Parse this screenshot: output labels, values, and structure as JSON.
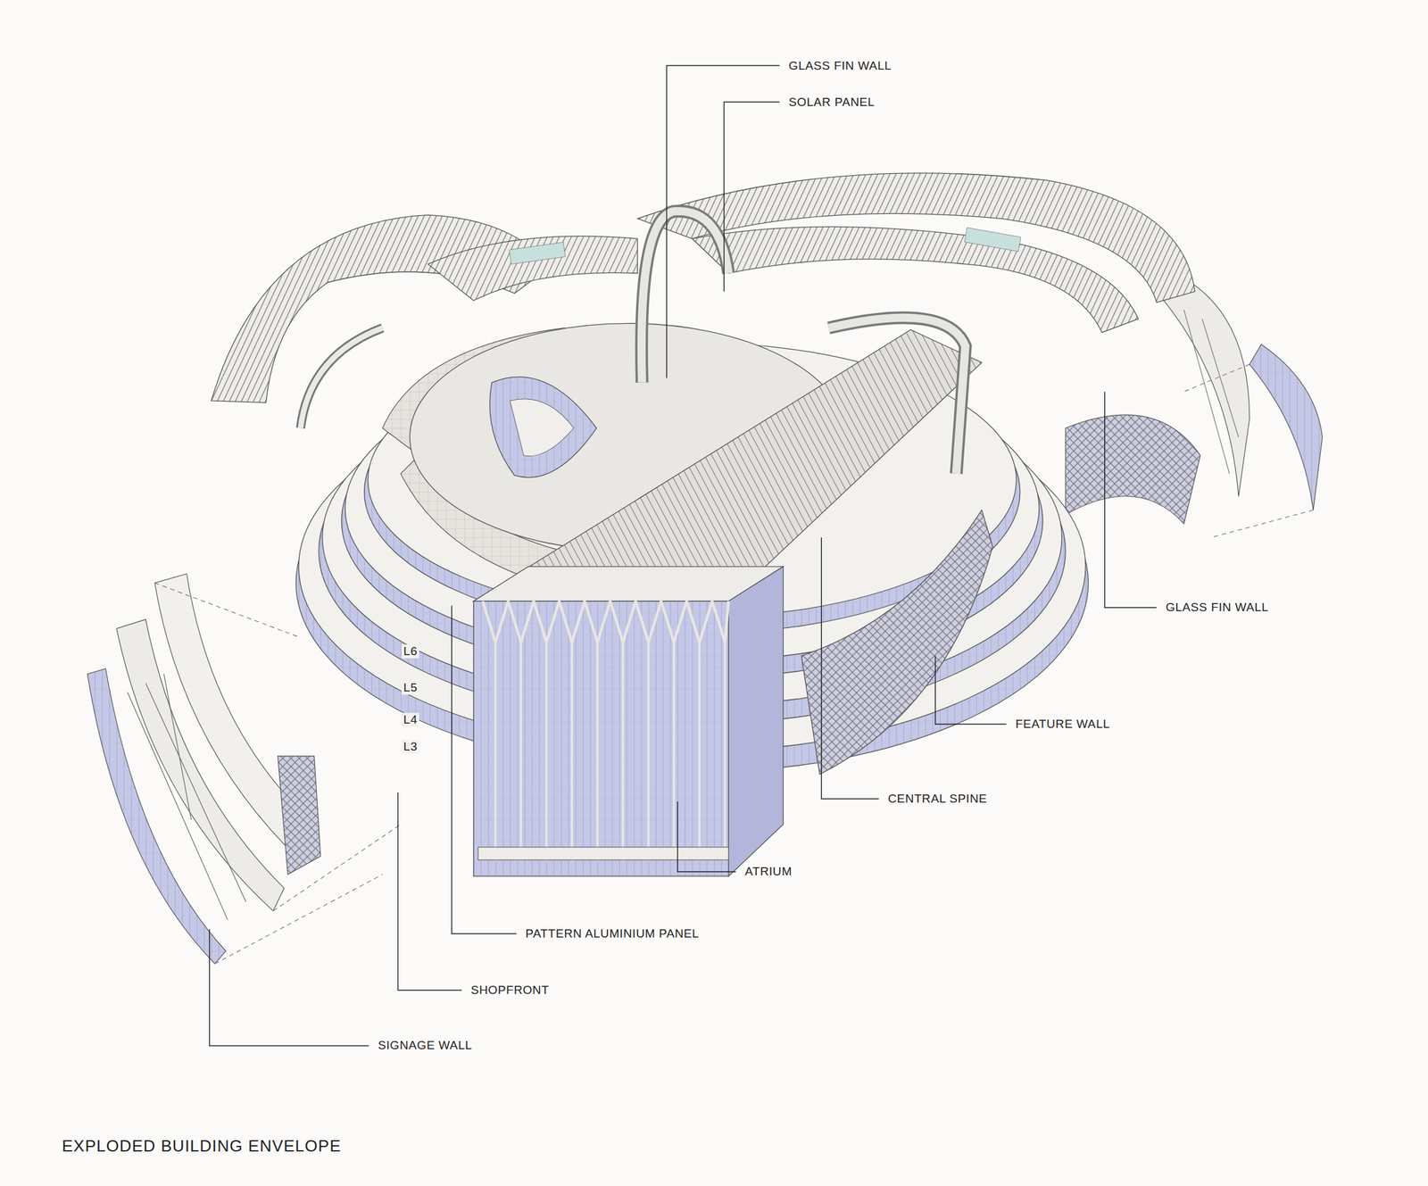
{
  "diagram": {
    "title": "EXPLODED BUILDING ENVELOPE",
    "labels": [
      "GLASS FIN WALL",
      "SOLAR PANEL",
      "GLASS FIN WALL",
      "L6",
      "L5",
      "L4",
      "L3",
      "FEATURE WALL",
      "CENTRAL SPINE",
      "ATRIUM",
      "PATTERN ALUMINIUM PANEL",
      "SHOPFRONT",
      "SIGNAGE WALL"
    ]
  }
}
